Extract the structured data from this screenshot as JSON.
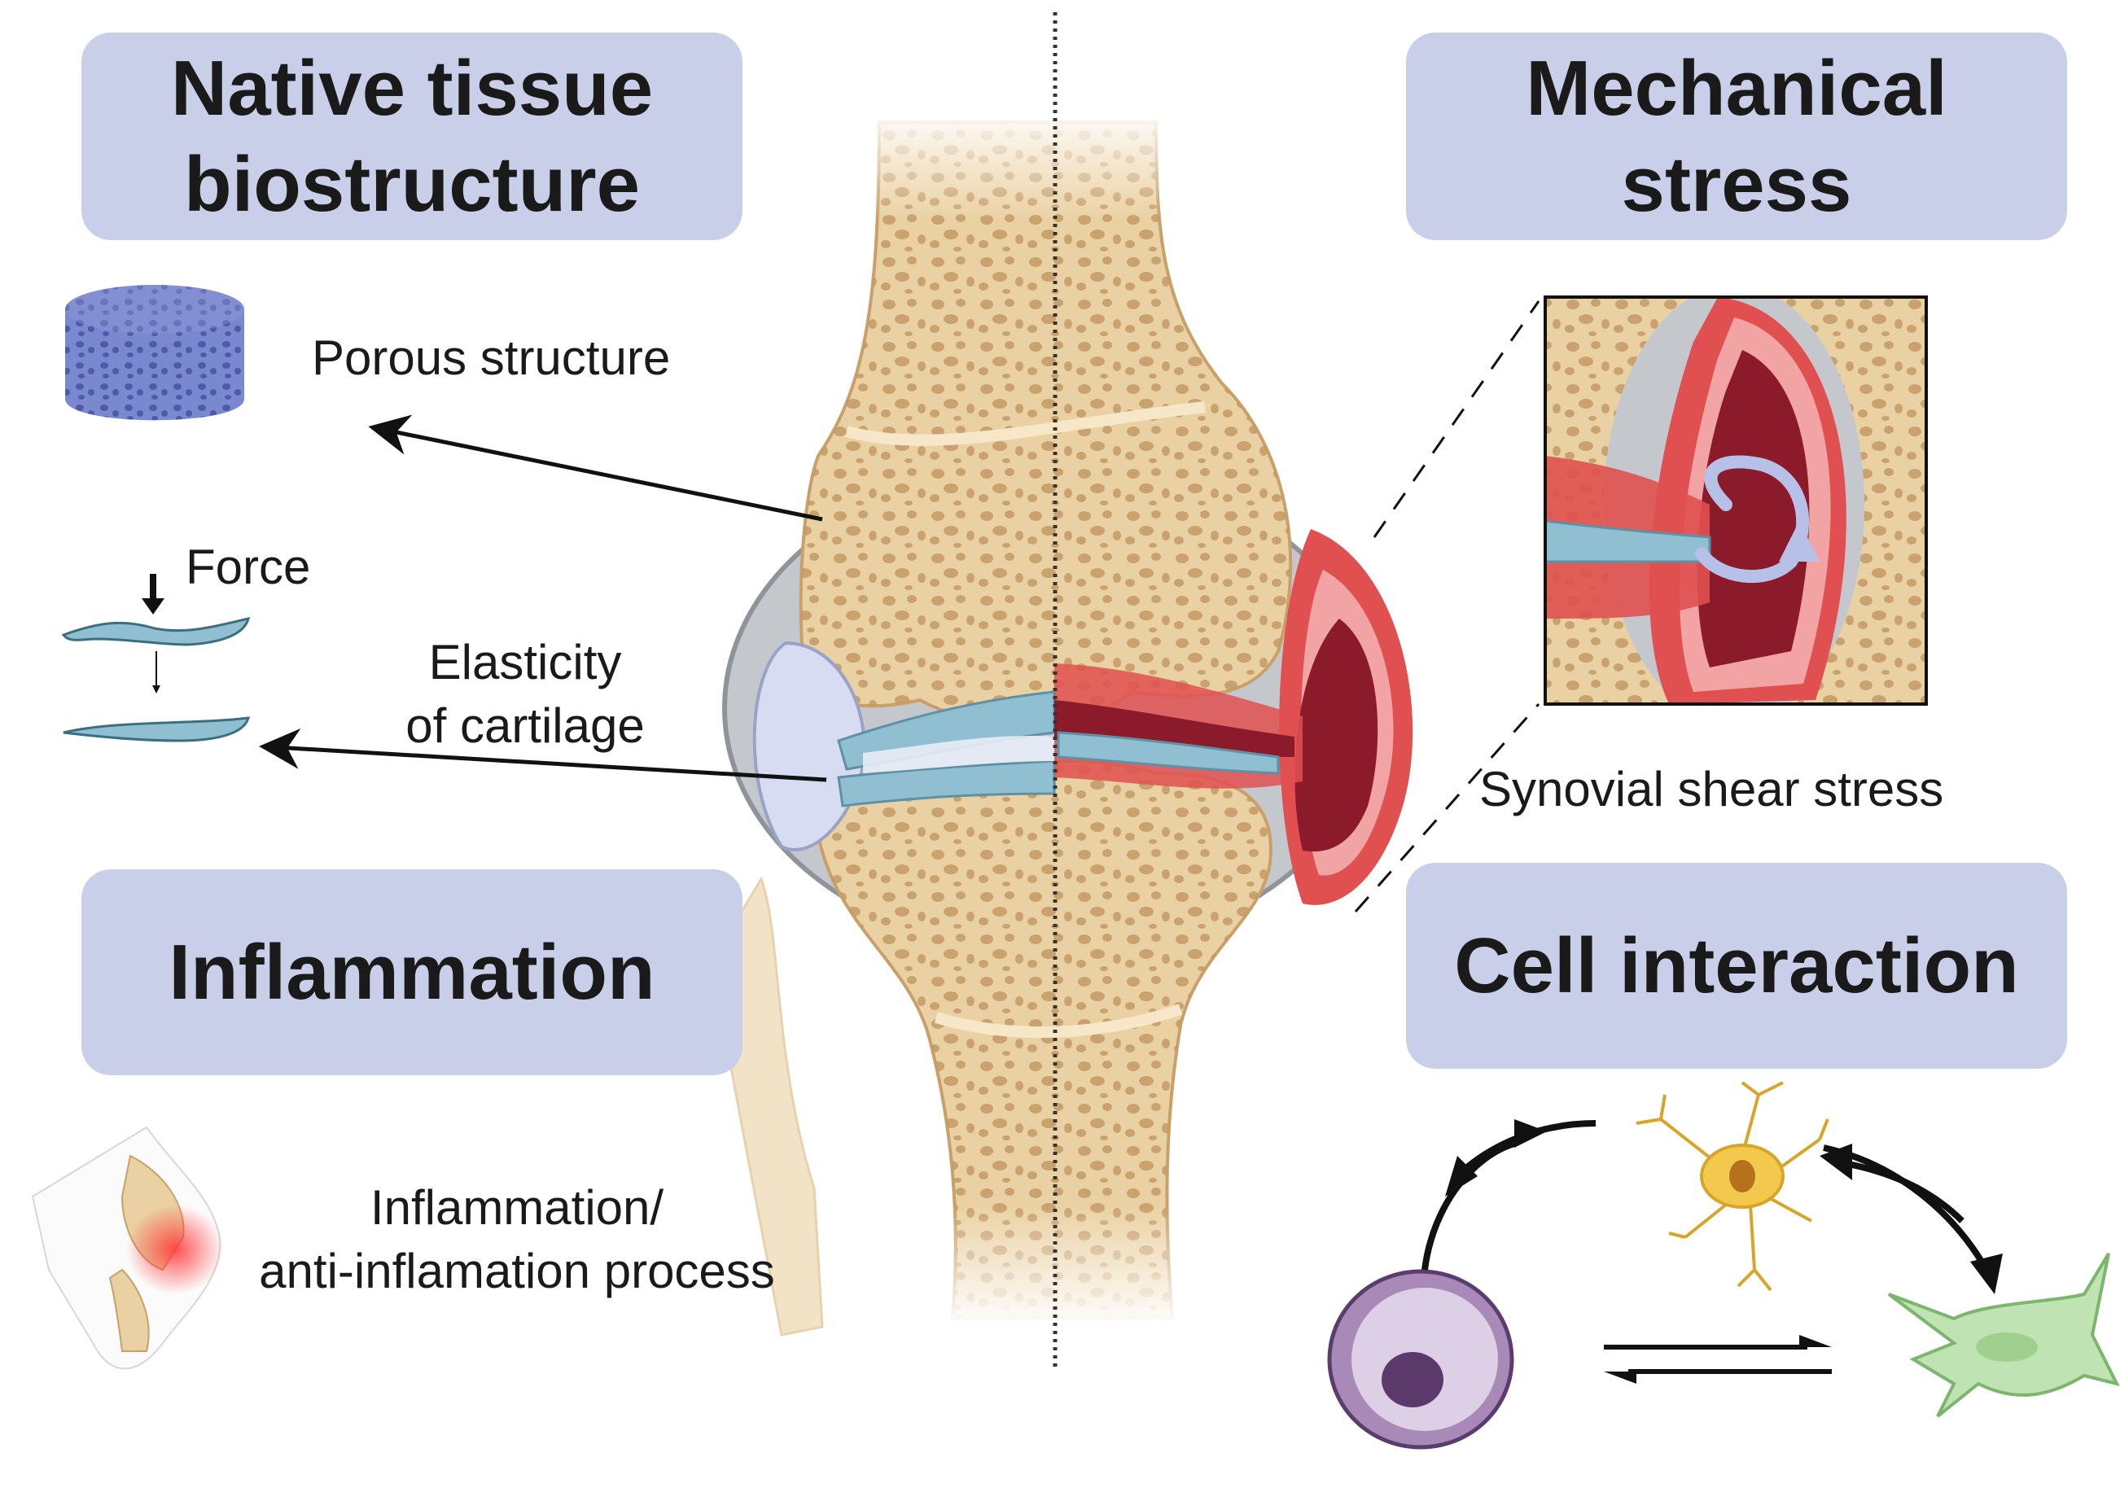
{
  "panels": {
    "native_tissue": "Native tissue\nbiostructure",
    "mechanical_stress": "Mechanical\nstress",
    "inflammation": "Inflammation",
    "cell_interaction": "Cell interaction"
  },
  "labels": {
    "porous_structure": "Porous structure",
    "force": "Force",
    "elasticity": "Elasticity\nof cartilage",
    "synovial_shear": "Synovial shear stress",
    "inflammation_process": "Inflammation/\nanti-inflamation process"
  },
  "colors": {
    "panel_bg": "#c9cfe8",
    "bone": "#ead1a3",
    "bone_dark": "#c9a06a",
    "cartilage": "#8fbfd0",
    "synovium_red": "#e05050",
    "synovium_dark": "#8b1a2a",
    "capsule_grey": "#b9bcc2",
    "porous_blue": "#6f7fc8",
    "cell_purple": "#a989b8",
    "cell_yellow": "#f2c94c",
    "cell_green": "#bfe3b2"
  },
  "icons": [
    "porous-scaffold-icon",
    "force-arrow-icon",
    "cartilage-strip-icon",
    "knee-inflammation-icon",
    "rotation-arrow-icon",
    "macrophage-cell-icon",
    "neuron-cell-icon",
    "fibroblast-cell-icon"
  ]
}
